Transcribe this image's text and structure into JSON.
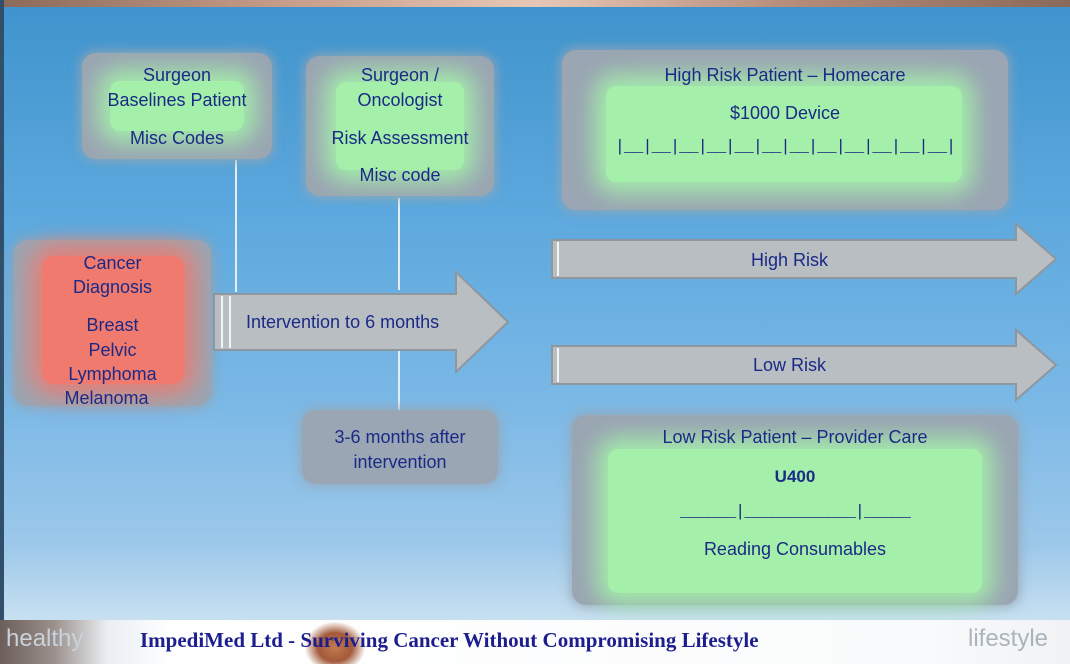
{
  "boxes": {
    "surgeon_baseline": {
      "line1": "Surgeon",
      "line2": "Baselines Patient",
      "line3": "Misc Codes"
    },
    "surgeon_oncologist": {
      "line1": "Surgeon /",
      "line2": "Oncologist",
      "line3": "Risk Assessment",
      "line4": "Misc code"
    },
    "high_risk_patient": {
      "title": "High Risk Patient – Homecare",
      "device": "$1000 Device",
      "scale": "|__|__|__|__|__|__|__|__|__|__|__|__|"
    },
    "cancer_diagnosis": {
      "line1": "Cancer",
      "line2": "Diagnosis",
      "line3": "Breast",
      "line4": "Pelvic",
      "line5": "Lymphoma",
      "line6": "Melanoma"
    },
    "months_after": {
      "line1": "3-6 months after",
      "line2": "intervention"
    },
    "low_risk_patient": {
      "title": "Low Risk Patient – Provider Care",
      "device": "U400",
      "scale": "______|____________|_____",
      "consumables": "Reading Consumables"
    }
  },
  "arrows": {
    "intervention": "Intervention to 6 months",
    "high_risk": "High Risk",
    "low_risk": "Low Risk"
  },
  "footer": {
    "left_word": "healthy",
    "title": "ImpediMed Ltd - Surviving Cancer Without Compromising Lifestyle",
    "right_word": "lifestyle"
  },
  "colors": {
    "text": "#1a2a86",
    "box_gray": "#9aa6b3",
    "glow_green": "#a4f0aa",
    "glow_red": "#f07a6e",
    "arrow_fill": "#b9bec3"
  }
}
